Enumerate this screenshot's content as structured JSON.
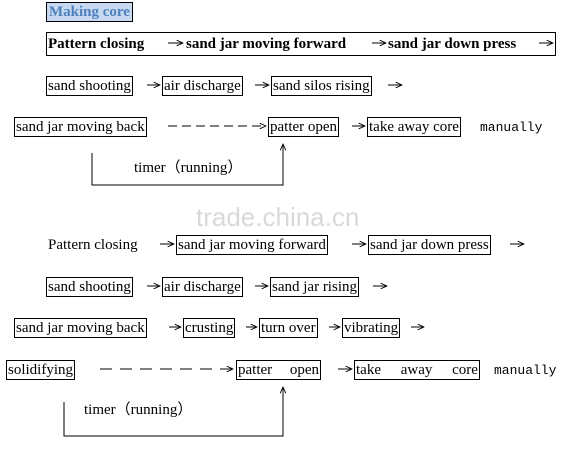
{
  "title": "Making core",
  "watermark": "trade.china.cn",
  "diagram1": {
    "row1": [
      "Pattern closing",
      "sand jar moving forward",
      "sand jar down press"
    ],
    "row2": [
      "sand shooting",
      "air discharge",
      "sand silos rising"
    ],
    "row3": [
      "sand jar moving back",
      "patter open",
      "take away core"
    ],
    "manual": "manually",
    "timer": "timer（running）"
  },
  "diagram2": {
    "row1": [
      "Pattern closing",
      "sand jar moving forward",
      "sand jar down press"
    ],
    "row2": [
      "sand shooting",
      "air discharge",
      "sand jar rising"
    ],
    "row3": [
      "sand jar moving back",
      "crusting",
      "turn over",
      "vibrating"
    ],
    "row4": [
      "solidifying",
      "patter open",
      "take away core"
    ],
    "manual": "manually",
    "timer": "timer（running）"
  }
}
